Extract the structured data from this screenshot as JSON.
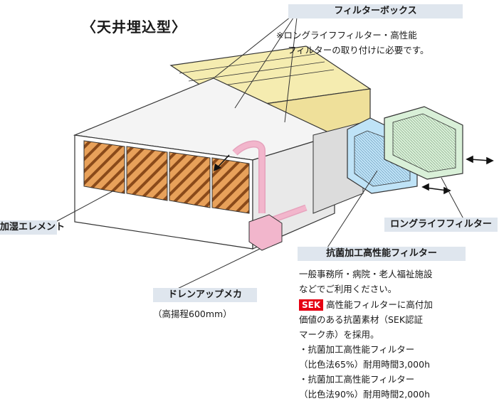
{
  "title": "〈天井埋込型〉",
  "labels": {
    "filter_box": "フィルターボックス",
    "humidifier": "加湿エレメント",
    "long_life": "ロングライフフィルター",
    "antibac": "抗菌加工高性能フィルター",
    "drain": "ドレンアップメカ"
  },
  "notes": {
    "filter_box_note_1": "※ロングライフフィルター・高性能",
    "filter_box_note_2": "フィルターの取り付けに必要です。",
    "drain_note": "（高揚程600mm）"
  },
  "antibac_desc": {
    "line1": "一般事務所・病院・老人福祉施設",
    "line2": "などでご利用ください。",
    "sek_badge": "SEK",
    "line3": "高性能フィルターに高付加",
    "line4": "価値のある抗菌素材（SEK認証",
    "line5": "マーク赤）を採用。",
    "line6": "・抗菌加工高性能フィルター",
    "line7": "（比色法65%）耐用時間3,000h",
    "line8": "・抗菌加工高性能フィルター",
    "line9": "（比色法90%）耐用時間2,000h"
  },
  "colors": {
    "label_bg": "#dfe6ee",
    "filter_box": "#f5ecb0",
    "humidifier": "#e8a15a",
    "pipe": "#f2b6cc",
    "antibac_filter": "#bfe3f7",
    "long_life_filter": "#d9f0d8",
    "sek": "#e60012"
  }
}
